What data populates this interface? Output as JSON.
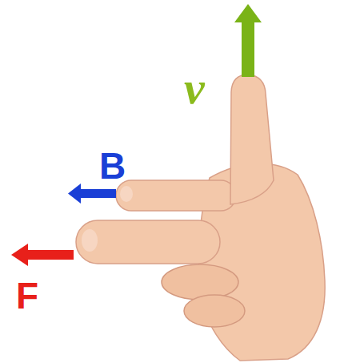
{
  "diagram": {
    "labels": [
      "v",
      "B",
      "F"
    ]
  }
}
